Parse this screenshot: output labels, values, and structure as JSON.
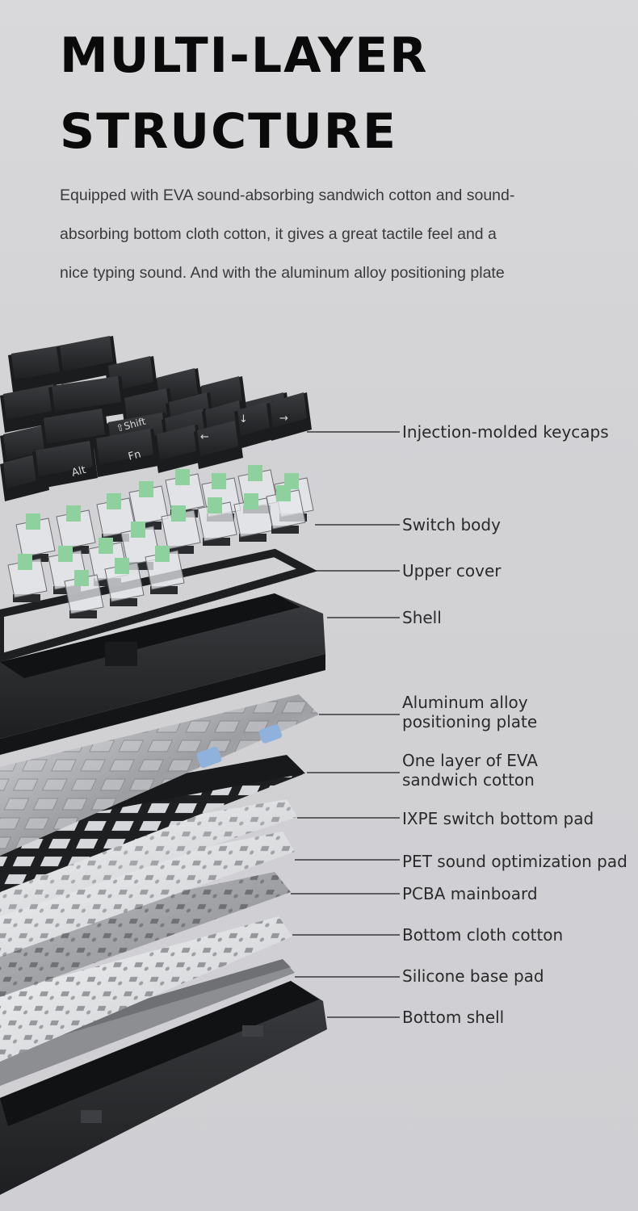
{
  "title": {
    "line1": "MULTI-LAYER",
    "line2": "STRUCTURE"
  },
  "description": {
    "line1": "Equipped with EVA sound-absorbing sandwich cotton and sound-",
    "line2": "absorbing bottom cloth cotton, it gives a great tactile feel and a",
    "line3": "nice typing sound. And with the aluminum alloy positioning plate"
  },
  "keycap_legends": {
    "alt": "Alt",
    "fn": "Fn",
    "shift": "⇧Shift",
    "left": "←",
    "down": "↓",
    "right": "→"
  },
  "layers": [
    {
      "label": "Injection-molded keycaps"
    },
    {
      "label": "Switch body"
    },
    {
      "label": "Upper cover"
    },
    {
      "label": "Shell"
    },
    {
      "label": "Aluminum alloy",
      "label2": "positioning plate"
    },
    {
      "label": "One layer of EVA",
      "label2": "sandwich cotton"
    },
    {
      "label": "IXPE switch bottom pad"
    },
    {
      "label": "PET sound optimization pad"
    },
    {
      "label": "PCBA mainboard"
    },
    {
      "label": "Bottom cloth cotton"
    },
    {
      "label": "Silicone base pad"
    },
    {
      "label": "Bottom shell"
    }
  ],
  "colors": {
    "keycap": "#2d2e30",
    "switch_stem": "#8fd19e",
    "shell": "#2b2c2e",
    "plate": "#a9aaad",
    "pad": "#e6e7ea",
    "accent_clip": "#8fb2dd",
    "leader_line": "#1a1a1a"
  }
}
